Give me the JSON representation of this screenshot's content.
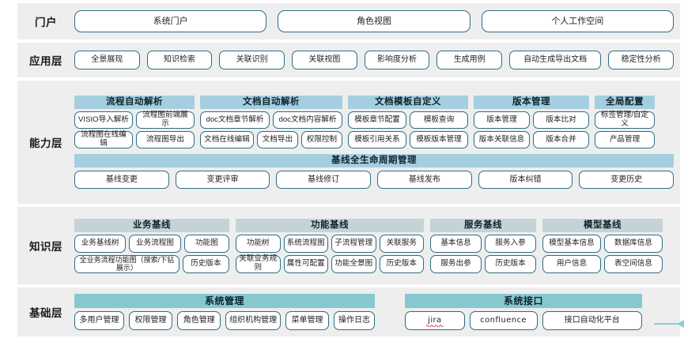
{
  "layers": [
    {
      "id": "portal",
      "label": "门户",
      "items": [
        "系统门户",
        "角色视图",
        "个人工作空间"
      ]
    },
    {
      "id": "application",
      "label": "应用层",
      "items": [
        "全景展现",
        "知识检索",
        "关联识别",
        "关联视图",
        "影响度分析",
        "生成用例",
        "自动生成导出文档",
        "稳定性分析"
      ]
    },
    {
      "id": "capability",
      "label": "能力层",
      "groups": [
        {
          "title": "流程自动解析",
          "rows": [
            [
              "VISIO导入解析",
              "流程图前端展示"
            ],
            [
              "流程图在线编辑",
              "流程图导出"
            ]
          ]
        },
        {
          "title": "文档自动解析",
          "rows": [
            [
              "doc文档章节解析",
              "doc文档内容解析"
            ],
            [
              "文档在线编辑",
              "文档导出",
              "权限控制"
            ]
          ]
        },
        {
          "title": "文档模板自定义",
          "rows": [
            [
              "模板章节配置",
              "模板查询"
            ],
            [
              "模板引用关系",
              "模板版本管理"
            ]
          ]
        },
        {
          "title": "版本管理",
          "rows": [
            [
              "版本管理",
              "版本比对"
            ],
            [
              "版本关联信息",
              "版本合并"
            ]
          ]
        },
        {
          "title": "全局配置",
          "rows": [
            [
              "标签管理/自定义"
            ],
            [
              "产品管理"
            ]
          ]
        }
      ],
      "baseline": {
        "title": "基线全生命周期管理",
        "items": [
          "基线变更",
          "变更评审",
          "基线修订",
          "基线发布",
          "版本纠错",
          "变更历史"
        ]
      }
    },
    {
      "id": "knowledge",
      "label": "知识层",
      "groups": [
        {
          "title": "业务基线",
          "rows": [
            [
              "业务基线树",
              "业务流程图",
              "功能图"
            ],
            [
              "全业务流程功能图（搜索/下钻展示）",
              "历史版本"
            ]
          ]
        },
        {
          "title": "功能基线",
          "rows": [
            [
              "功能树",
              "系统流程图",
              "子流程管理",
              "关联服务"
            ],
            [
              "关联业务规则",
              "属性可配置",
              "功能全景图",
              "历史版本"
            ]
          ]
        },
        {
          "title": "服务基线",
          "rows": [
            [
              "基本信息",
              "服务入参"
            ],
            [
              "服务出参",
              "历史版本"
            ]
          ]
        },
        {
          "title": "模型基线",
          "rows": [
            [
              "模型基本信息",
              "数据库信息"
            ],
            [
              "用户信息",
              "表空间信息"
            ]
          ]
        }
      ]
    },
    {
      "id": "foundation",
      "label": "基础层",
      "groups": [
        {
          "title": "系统管理",
          "rows": [
            [
              "多用户管理",
              "权限管理",
              "角色管理",
              "组织机构管理",
              "菜单管理",
              "操作日志"
            ]
          ]
        },
        {
          "title": "系统接口",
          "rows": [
            [
              "jira",
              "confluence",
              "接口自动化平台"
            ]
          ]
        }
      ]
    }
  ],
  "colors": {
    "band_bg": "#eeeeee",
    "pill_border": "#2e6d84",
    "capability_header": "#a4cfe0",
    "knowledge_header": "#c5d3d6",
    "foundation_header": "#86c8d0",
    "arrow": "#8ecdd6"
  }
}
